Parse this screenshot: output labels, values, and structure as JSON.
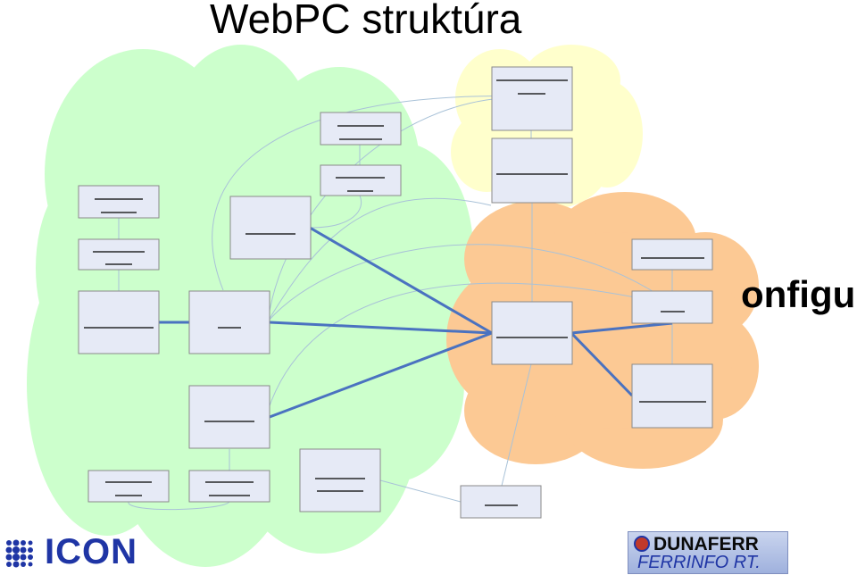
{
  "title": "WebPC struktúra",
  "overflow_text": "onfigu",
  "logos": {
    "icon": "ICON",
    "dunaferr_top": "DUNAFERR",
    "dunaferr_bottom": "FERRINFO RT."
  },
  "colors": {
    "green_cloud": "#ccffcc",
    "yellow_cloud": "#ffffcc",
    "orange_cloud": "#fcc994",
    "node_fill": "#e6eaf6",
    "thick_edge": "#4a72c0",
    "thin_edge": "#a9c2d8",
    "icon_blue": "#1f35a5"
  },
  "icons": [
    "icon-dots-icon",
    "dunaferr-mark-icon"
  ]
}
